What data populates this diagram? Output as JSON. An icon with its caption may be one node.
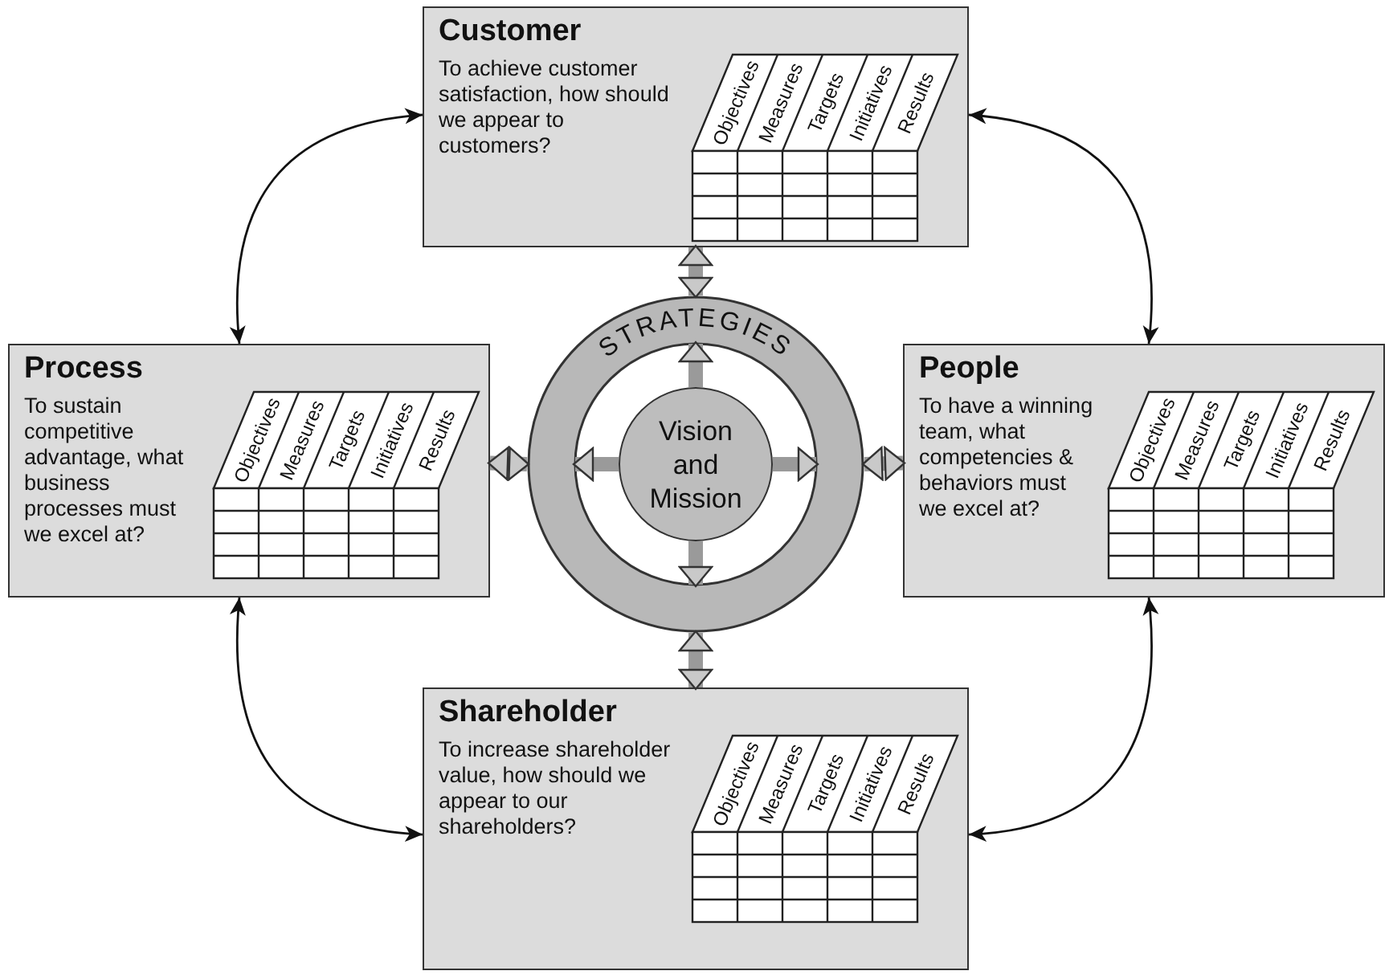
{
  "diagram": {
    "nodes": [
      {
        "text": [
          "Customer",
          "To achieve customer satisfaction, how should we appear to customers?",
          "Objectives",
          "Measures",
          "Targets",
          "Initiatives",
          "Results"
        ]
      },
      {
        "text": [
          "Process",
          "To sustain competitive advantage, what business processes must we excel at?",
          "Objectives",
          "Measures",
          "Targets",
          "Initiatives",
          "Results"
        ]
      },
      {
        "text": [
          "STRATEGIES"
        ]
      },
      {
        "text": [
          "Vision and Mission"
        ],
        "in": 2
      },
      {
        "text": [
          "People",
          "To have a winning team, what competencies & behaviors must we excel at?",
          "Objectives",
          "Measures",
          "Targets",
          "Initiatives",
          "Results"
        ]
      },
      {
        "text": [
          "Shareholder",
          "To increase shareholder value, how should we appear to our shareholders?",
          "Objectives",
          "Measures",
          "Targets",
          "Initiatives",
          "Results"
        ]
      }
    ],
    "edges": [
      {
        "from": 1,
        "to": 0,
        "arrow": "both",
        "color": "#111111"
      },
      {
        "from": 0,
        "to": 4,
        "arrow": "both",
        "color": "#111111"
      },
      {
        "from": 0,
        "to": 2,
        "arrow": "both"
      },
      {
        "from": 1,
        "to": 2,
        "arrow": "both"
      },
      {
        "from": 2,
        "to": 4,
        "arrow": "both"
      },
      {
        "from": 3,
        "to": 2,
        "arrow": "to"
      },
      {
        "from": 3,
        "to": 2,
        "arrow": "to"
      },
      {
        "from": 3,
        "to": 2,
        "arrow": "to"
      },
      {
        "from": 3,
        "to": 2,
        "arrow": "to"
      },
      {
        "from": 2,
        "to": 5,
        "arrow": "both"
      },
      {
        "from": 1,
        "to": 5,
        "arrow": "both",
        "color": "#111111"
      },
      {
        "from": 5,
        "to": 4,
        "arrow": "both",
        "color": "#111111"
      }
    ]
  }
}
